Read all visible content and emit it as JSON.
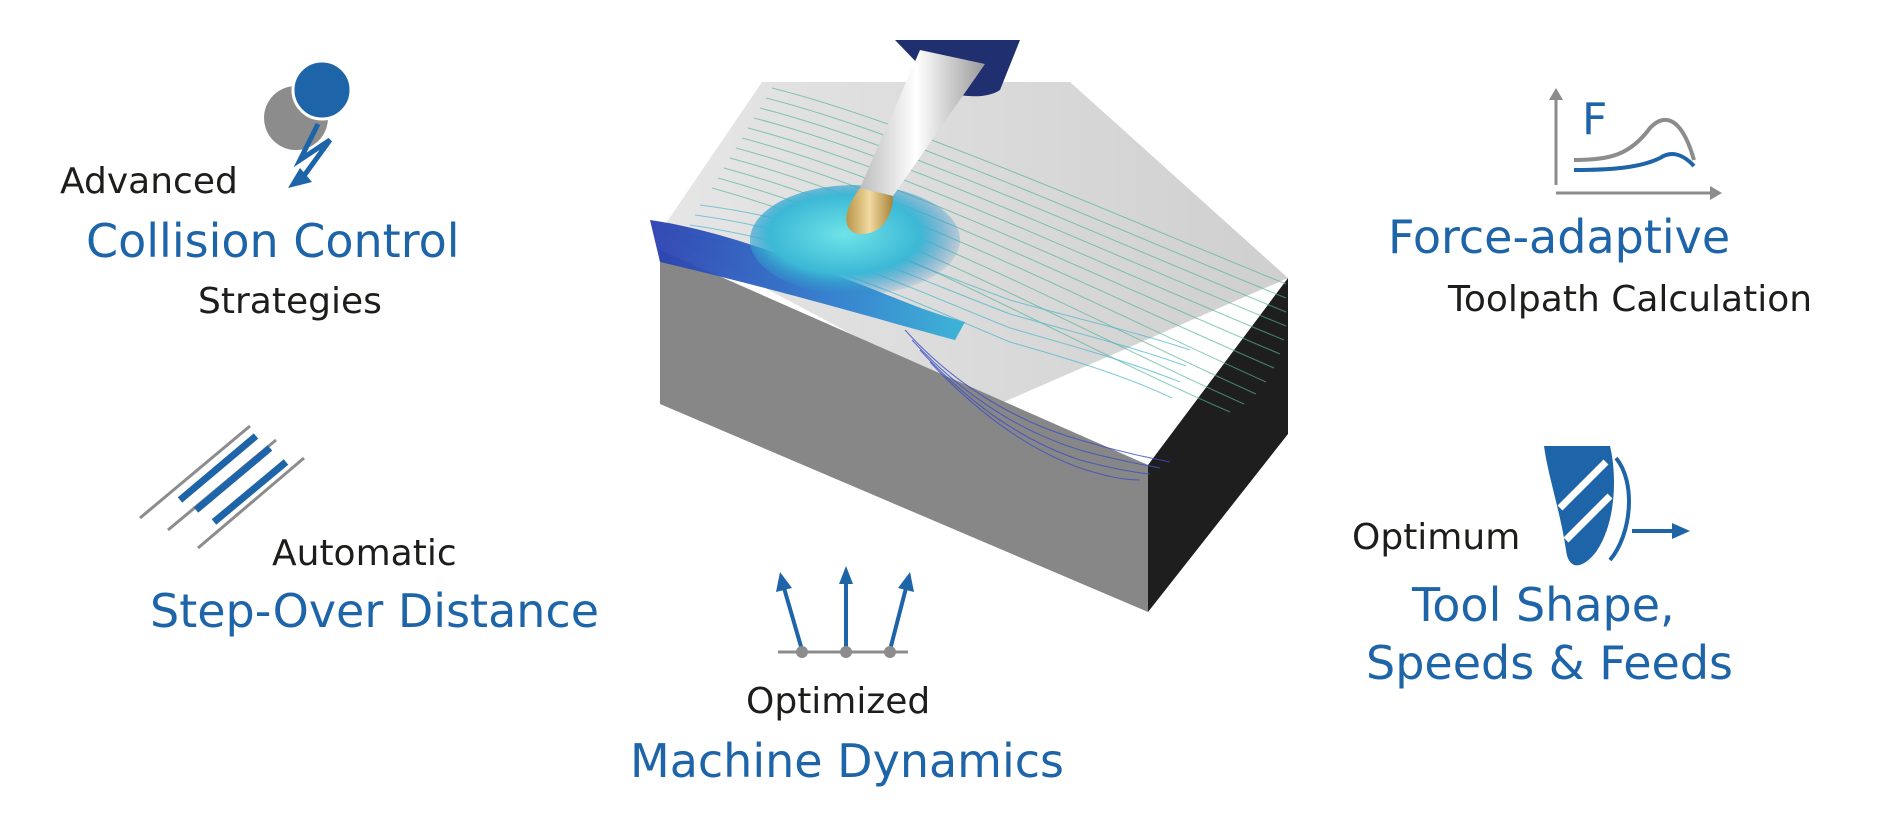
{
  "features": {
    "collision": {
      "prefix": "Advanced",
      "title": "Collision Control",
      "suffix": "Strategies",
      "icon": "collision-icon"
    },
    "force": {
      "icon_letter": "F",
      "title": "Force-adaptive",
      "suffix": "Toolpath Calculation",
      "icon": "force-graph-icon"
    },
    "stepover": {
      "prefix": "Automatic",
      "title": "Step-Over Distance",
      "icon": "step-over-lines-icon"
    },
    "tool": {
      "prefix": "Optimum",
      "title_line1": "Tool Shape,",
      "title_line2": "Speeds & Feeds",
      "icon": "cutter-tool-icon"
    },
    "dynamics": {
      "prefix": "Optimized",
      "title": "Machine Dynamics",
      "icon": "vector-arrows-icon"
    }
  },
  "colors": {
    "accent_blue": "#1e64a8",
    "text_dark": "#1d1d1b",
    "icon_gray": "#8c8c8c",
    "block_front": "#878787",
    "block_side": "#1e1e1e"
  }
}
